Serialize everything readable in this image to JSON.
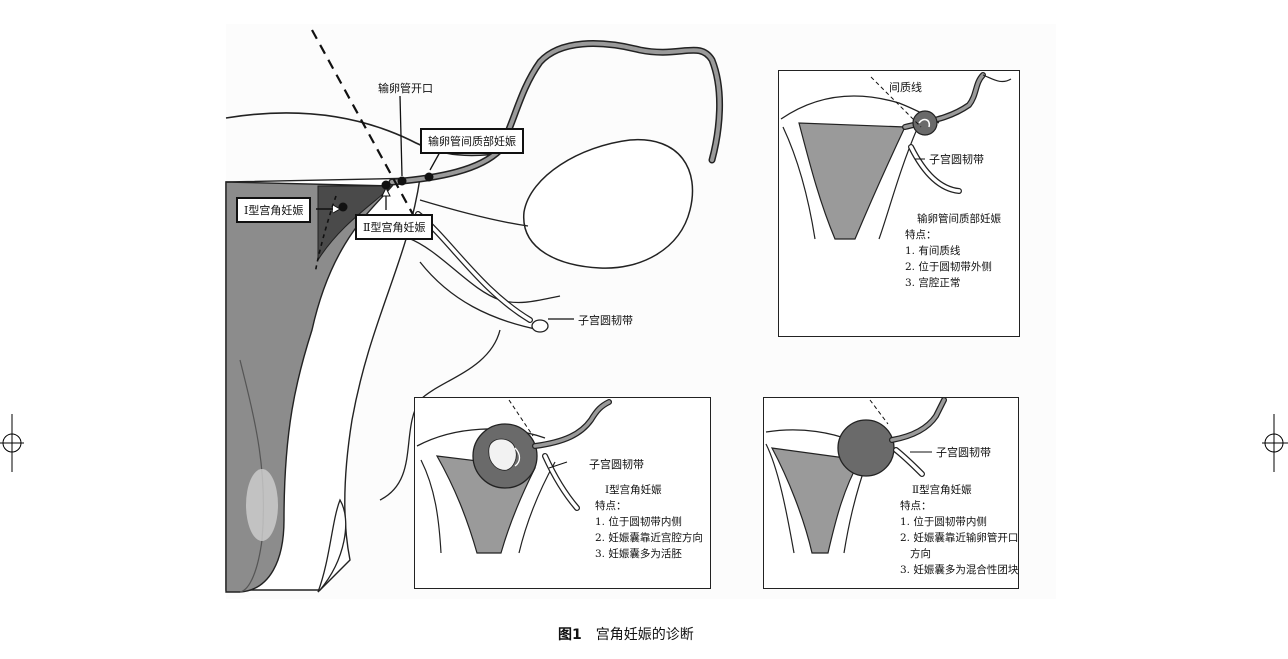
{
  "main": {
    "label_tube_opening": "输卵管开口",
    "label_interstitial_pregnancy": "输卵管间质部妊娠",
    "label_type1": "Ⅰ型宫角妊娠",
    "label_type2": "Ⅱ型宫角妊娠",
    "label_round_ligament": "子宫圆韧带"
  },
  "panel_interstitial": {
    "label_interstitial_line": "间质线",
    "label_round_ligament": "子宫圆韧带",
    "title": "输卵管间质部妊娠",
    "features_heading": "特点：",
    "features": [
      "1. 有间质线",
      "2. 位于圆韧带外侧",
      "3. 宫腔正常"
    ]
  },
  "panel_type1": {
    "label_round_ligament": "子宫圆韧带",
    "title": "Ⅰ型宫角妊娠",
    "features_heading": "特点：",
    "features": [
      "1. 位于圆韧带内侧",
      "2. 妊娠囊靠近宫腔方向",
      "3. 妊娠囊多为活胚"
    ]
  },
  "panel_type2": {
    "label_round_ligament": "子宫圆韧带",
    "title": "Ⅱ型宫角妊娠",
    "features_heading": "特点：",
    "features": [
      "1. 位于圆韧带内侧",
      "2. 妊娠囊靠近输卵管开口",
      "方向",
      "3. 妊娠囊多为混合性团块"
    ]
  },
  "caption": {
    "number": "图1",
    "text": "宫角妊娠的诊断"
  }
}
